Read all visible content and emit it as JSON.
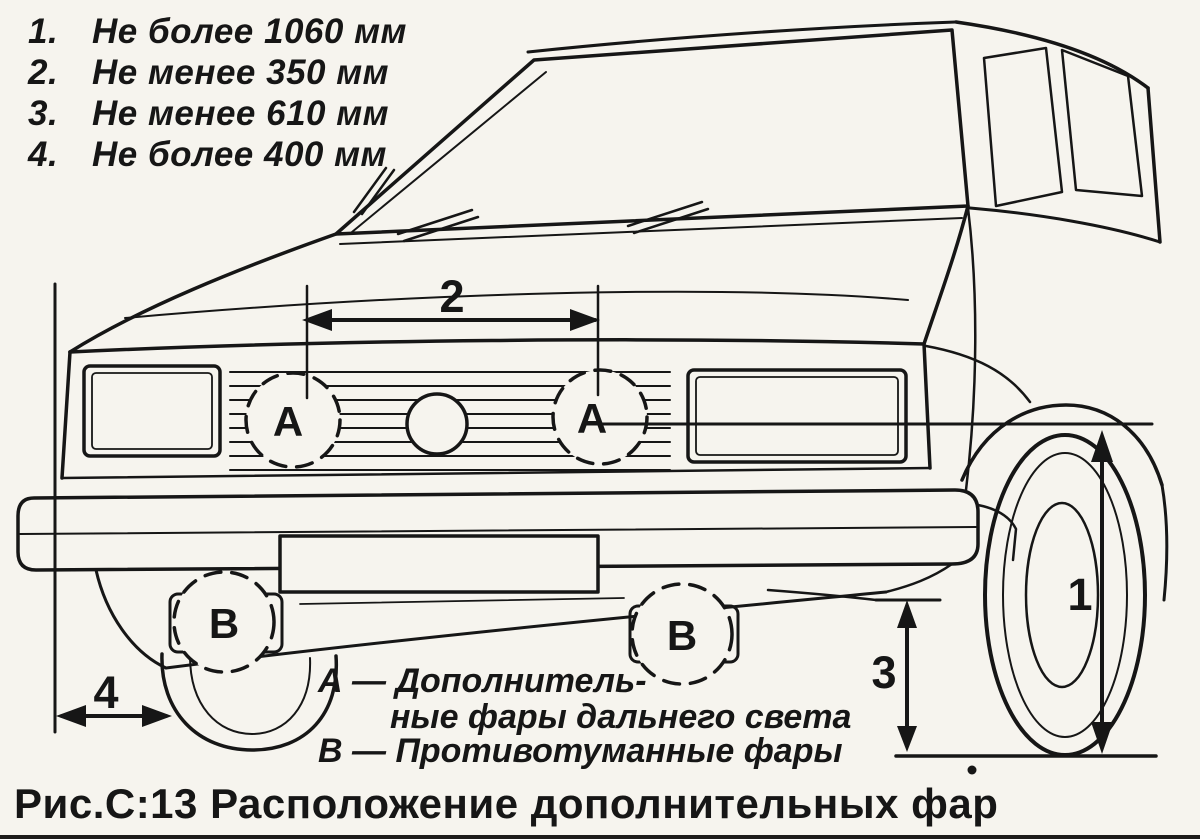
{
  "colors": {
    "paper": "#f6f4ee",
    "ink": "#161616"
  },
  "legend": {
    "items": [
      {
        "num": "1.",
        "text": "Не более 1060 мм"
      },
      {
        "num": "2.",
        "text": "Не менее 350 мм"
      },
      {
        "num": "3.",
        "text": "Не менее 610 мм"
      },
      {
        "num": "4.",
        "text": "Не более 400 мм"
      }
    ]
  },
  "diagram": {
    "lamp_labels": {
      "a": "А",
      "b": "В"
    },
    "dims": {
      "d1": "1",
      "d2": "2",
      "d3": "3",
      "d4": "4"
    },
    "annotations": {
      "line1": "А — Дополнитель-",
      "line2": "ные фары дальнего света",
      "line3": "В — Противотуманные фары"
    }
  },
  "caption": "Рис.С:13 Расположение дополнительных фар"
}
